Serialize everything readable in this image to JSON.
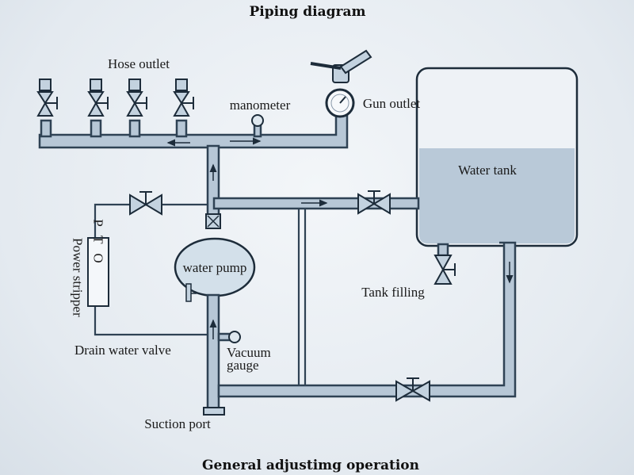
{
  "diagram": {
    "title": "Piping diagram",
    "footer": "General adjustimg operation",
    "labels": {
      "hose_outlet": "Hose outlet",
      "manometer": "manometer",
      "gun_outlet": "Gun outlet",
      "water_tank": "Water tank",
      "power_stripper": "Power stripper",
      "pto": "P T O",
      "water_pump": "water pump",
      "tank_filling": "Tank filling",
      "drain_water_valve": "Drain water valve",
      "vacuum": "Vacuum",
      "gauge": "gauge",
      "suction_port": "Suction port"
    }
  }
}
